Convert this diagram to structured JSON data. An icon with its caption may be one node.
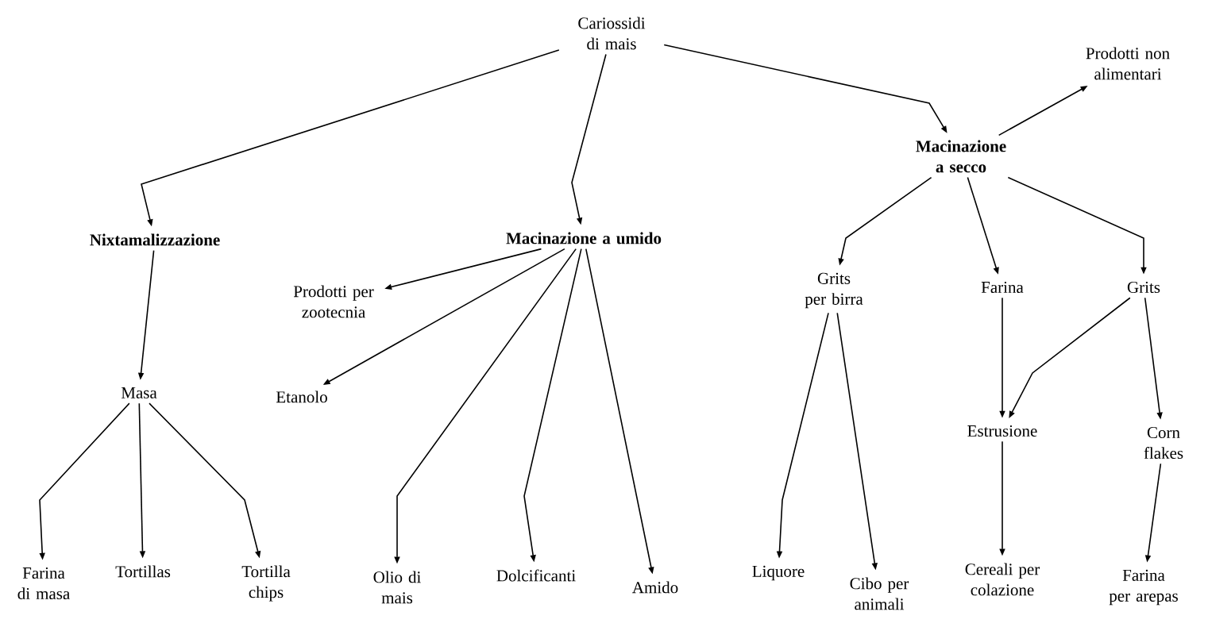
{
  "diagram": {
    "nodes": [
      {
        "text": [
          "Cariossidi di mais"
        ]
      },
      {
        "text": [
          "Nixtamalizzazione"
        ]
      },
      {
        "text": [
          "Macinazione a umido"
        ]
      },
      {
        "text": [
          "Macinazione a secco"
        ]
      },
      {
        "text": [
          "Prodotti non alimentari"
        ]
      },
      {
        "text": [
          "Masa"
        ]
      },
      {
        "text": [
          "Farina di masa"
        ]
      },
      {
        "text": [
          "Tortillas"
        ]
      },
      {
        "text": [
          "Tortilla chips"
        ]
      },
      {
        "text": [
          "Prodotti per zootecnia"
        ]
      },
      {
        "text": [
          "Etanolo"
        ]
      },
      {
        "text": [
          "Olio di mais"
        ]
      },
      {
        "text": [
          "Dolcificanti"
        ]
      },
      {
        "text": [
          "Amido"
        ]
      },
      {
        "text": [
          "Grits per birra"
        ]
      },
      {
        "text": [
          "Farina"
        ]
      },
      {
        "text": [
          "Grits"
        ]
      },
      {
        "text": [
          "Liquore"
        ]
      },
      {
        "text": [
          "Cibo per animali"
        ]
      },
      {
        "text": [
          "Estrusione"
        ]
      },
      {
        "text": [
          "Corn flakes"
        ]
      },
      {
        "text": [
          "Cereali per colazione"
        ]
      },
      {
        "text": [
          "Farina per arepas"
        ]
      }
    ],
    "edges": [
      {
        "from": 0,
        "to": 1,
        "arrow": "to"
      },
      {
        "from": 0,
        "to": 2,
        "arrow": "to"
      },
      {
        "from": 0,
        "to": 3,
        "arrow": "to"
      },
      {
        "from": 3,
        "to": 4,
        "arrow": "to"
      },
      {
        "from": 1,
        "to": 5,
        "arrow": "to"
      },
      {
        "from": 5,
        "to": 6,
        "arrow": "to"
      },
      {
        "from": 5,
        "to": 7,
        "arrow": "to"
      },
      {
        "from": 5,
        "to": 8,
        "arrow": "to"
      },
      {
        "from": 2,
        "to": 9,
        "arrow": "to"
      },
      {
        "from": 2,
        "to": 10,
        "arrow": "to"
      },
      {
        "from": 2,
        "to": 11,
        "arrow": "to"
      },
      {
        "from": 2,
        "to": 12,
        "arrow": "to"
      },
      {
        "from": 2,
        "to": 13,
        "arrow": "to"
      },
      {
        "from": 3,
        "to": 14,
        "arrow": "to"
      },
      {
        "from": 3,
        "to": 15,
        "arrow": "to"
      },
      {
        "from": 3,
        "to": 16,
        "arrow": "to"
      },
      {
        "from": 14,
        "to": 17,
        "arrow": "to"
      },
      {
        "from": 14,
        "to": 18,
        "arrow": "to"
      },
      {
        "from": 15,
        "to": 19,
        "arrow": "to"
      },
      {
        "from": 16,
        "to": 19,
        "arrow": "to"
      },
      {
        "from": 16,
        "to": 20,
        "arrow": "to"
      },
      {
        "from": 19,
        "to": 21,
        "arrow": "to"
      },
      {
        "from": 20,
        "to": 22,
        "arrow": "to"
      }
    ]
  }
}
